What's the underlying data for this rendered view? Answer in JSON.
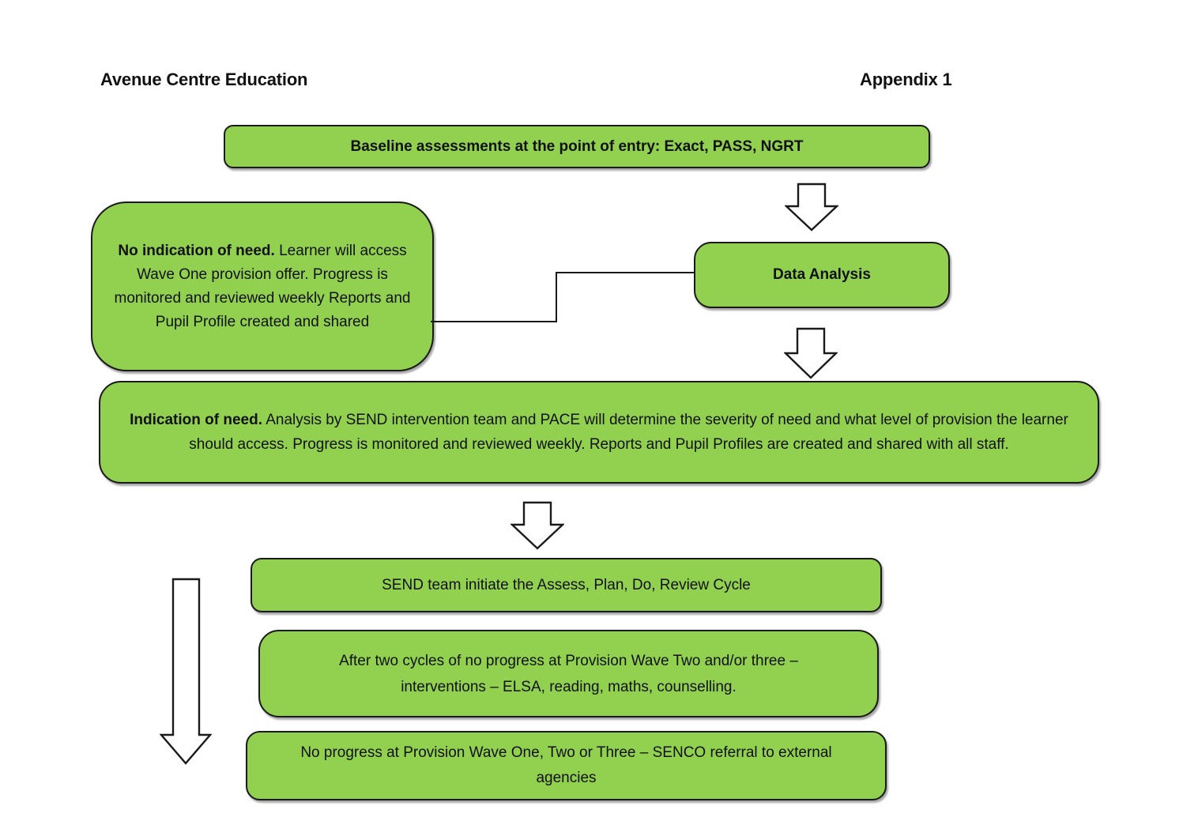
{
  "header": {
    "left_title": "Avenue Centre Education",
    "right_title": "Appendix 1"
  },
  "colors": {
    "box_fill": "#92d050",
    "box_border": "#1a1a1a",
    "background": "#ffffff",
    "arrow_fill": "#ffffff",
    "connector": "#1a1a1a"
  },
  "flowchart": {
    "baseline_box": {
      "text": "Baseline assessments at the point of entry: Exact, PASS, NGRT"
    },
    "no_indication_box": {
      "bold_lead": "No indication of need.",
      "rest": " Learner will access Wave One provision offer. Progress is monitored and reviewed weekly Reports and Pupil Profile created and shared"
    },
    "data_analysis_box": {
      "text": "Data Analysis"
    },
    "indication_box": {
      "bold_lead": "Indication of need.",
      "rest": " Analysis by SEND intervention team and PACE will determine the severity of need and what level of provision the learner should access. Progress is monitored and reviewed weekly. Reports and Pupil Profiles are created and shared with all staff."
    },
    "send_box": {
      "text": "SEND team initiate the Assess, Plan, Do, Review Cycle"
    },
    "after_box": {
      "text": "After two cycles of no progress at Provision Wave Two and/or three – interventions – ELSA, reading, maths, counselling."
    },
    "no_progress_box": {
      "text": "No progress at Provision Wave One, Two or Three – SENCO referral to external agencies"
    },
    "icons": {
      "small_down_arrow": "down-arrow",
      "long_down_arrow": "long-down-arrow"
    }
  }
}
